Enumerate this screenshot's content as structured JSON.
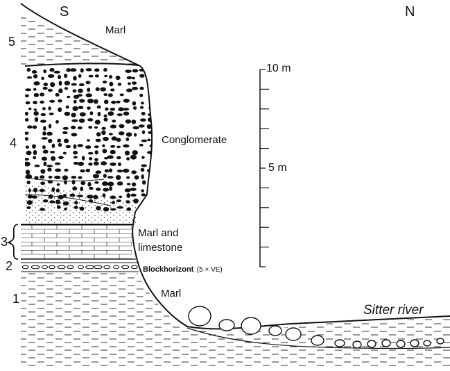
{
  "orientation": {
    "south": "S",
    "north": "N"
  },
  "scale_bar": {
    "top_label": "10 m",
    "mid_label": "5 m"
  },
  "units": [
    {
      "number": "5",
      "lithology": "Marl"
    },
    {
      "number": "4",
      "lithology": "Conglomerate"
    },
    {
      "number": "3",
      "lithology_line1": "Marl and",
      "lithology_line2": "limestone"
    },
    {
      "number": "2",
      "lithology_bold": "Blockhorizont",
      "lithology_note": "(5 × VE)"
    },
    {
      "number": "1",
      "lithology": "Marl"
    }
  ],
  "river_label": "Sitter river",
  "colors": {
    "ink": "#111111",
    "background": "#ffffff"
  }
}
